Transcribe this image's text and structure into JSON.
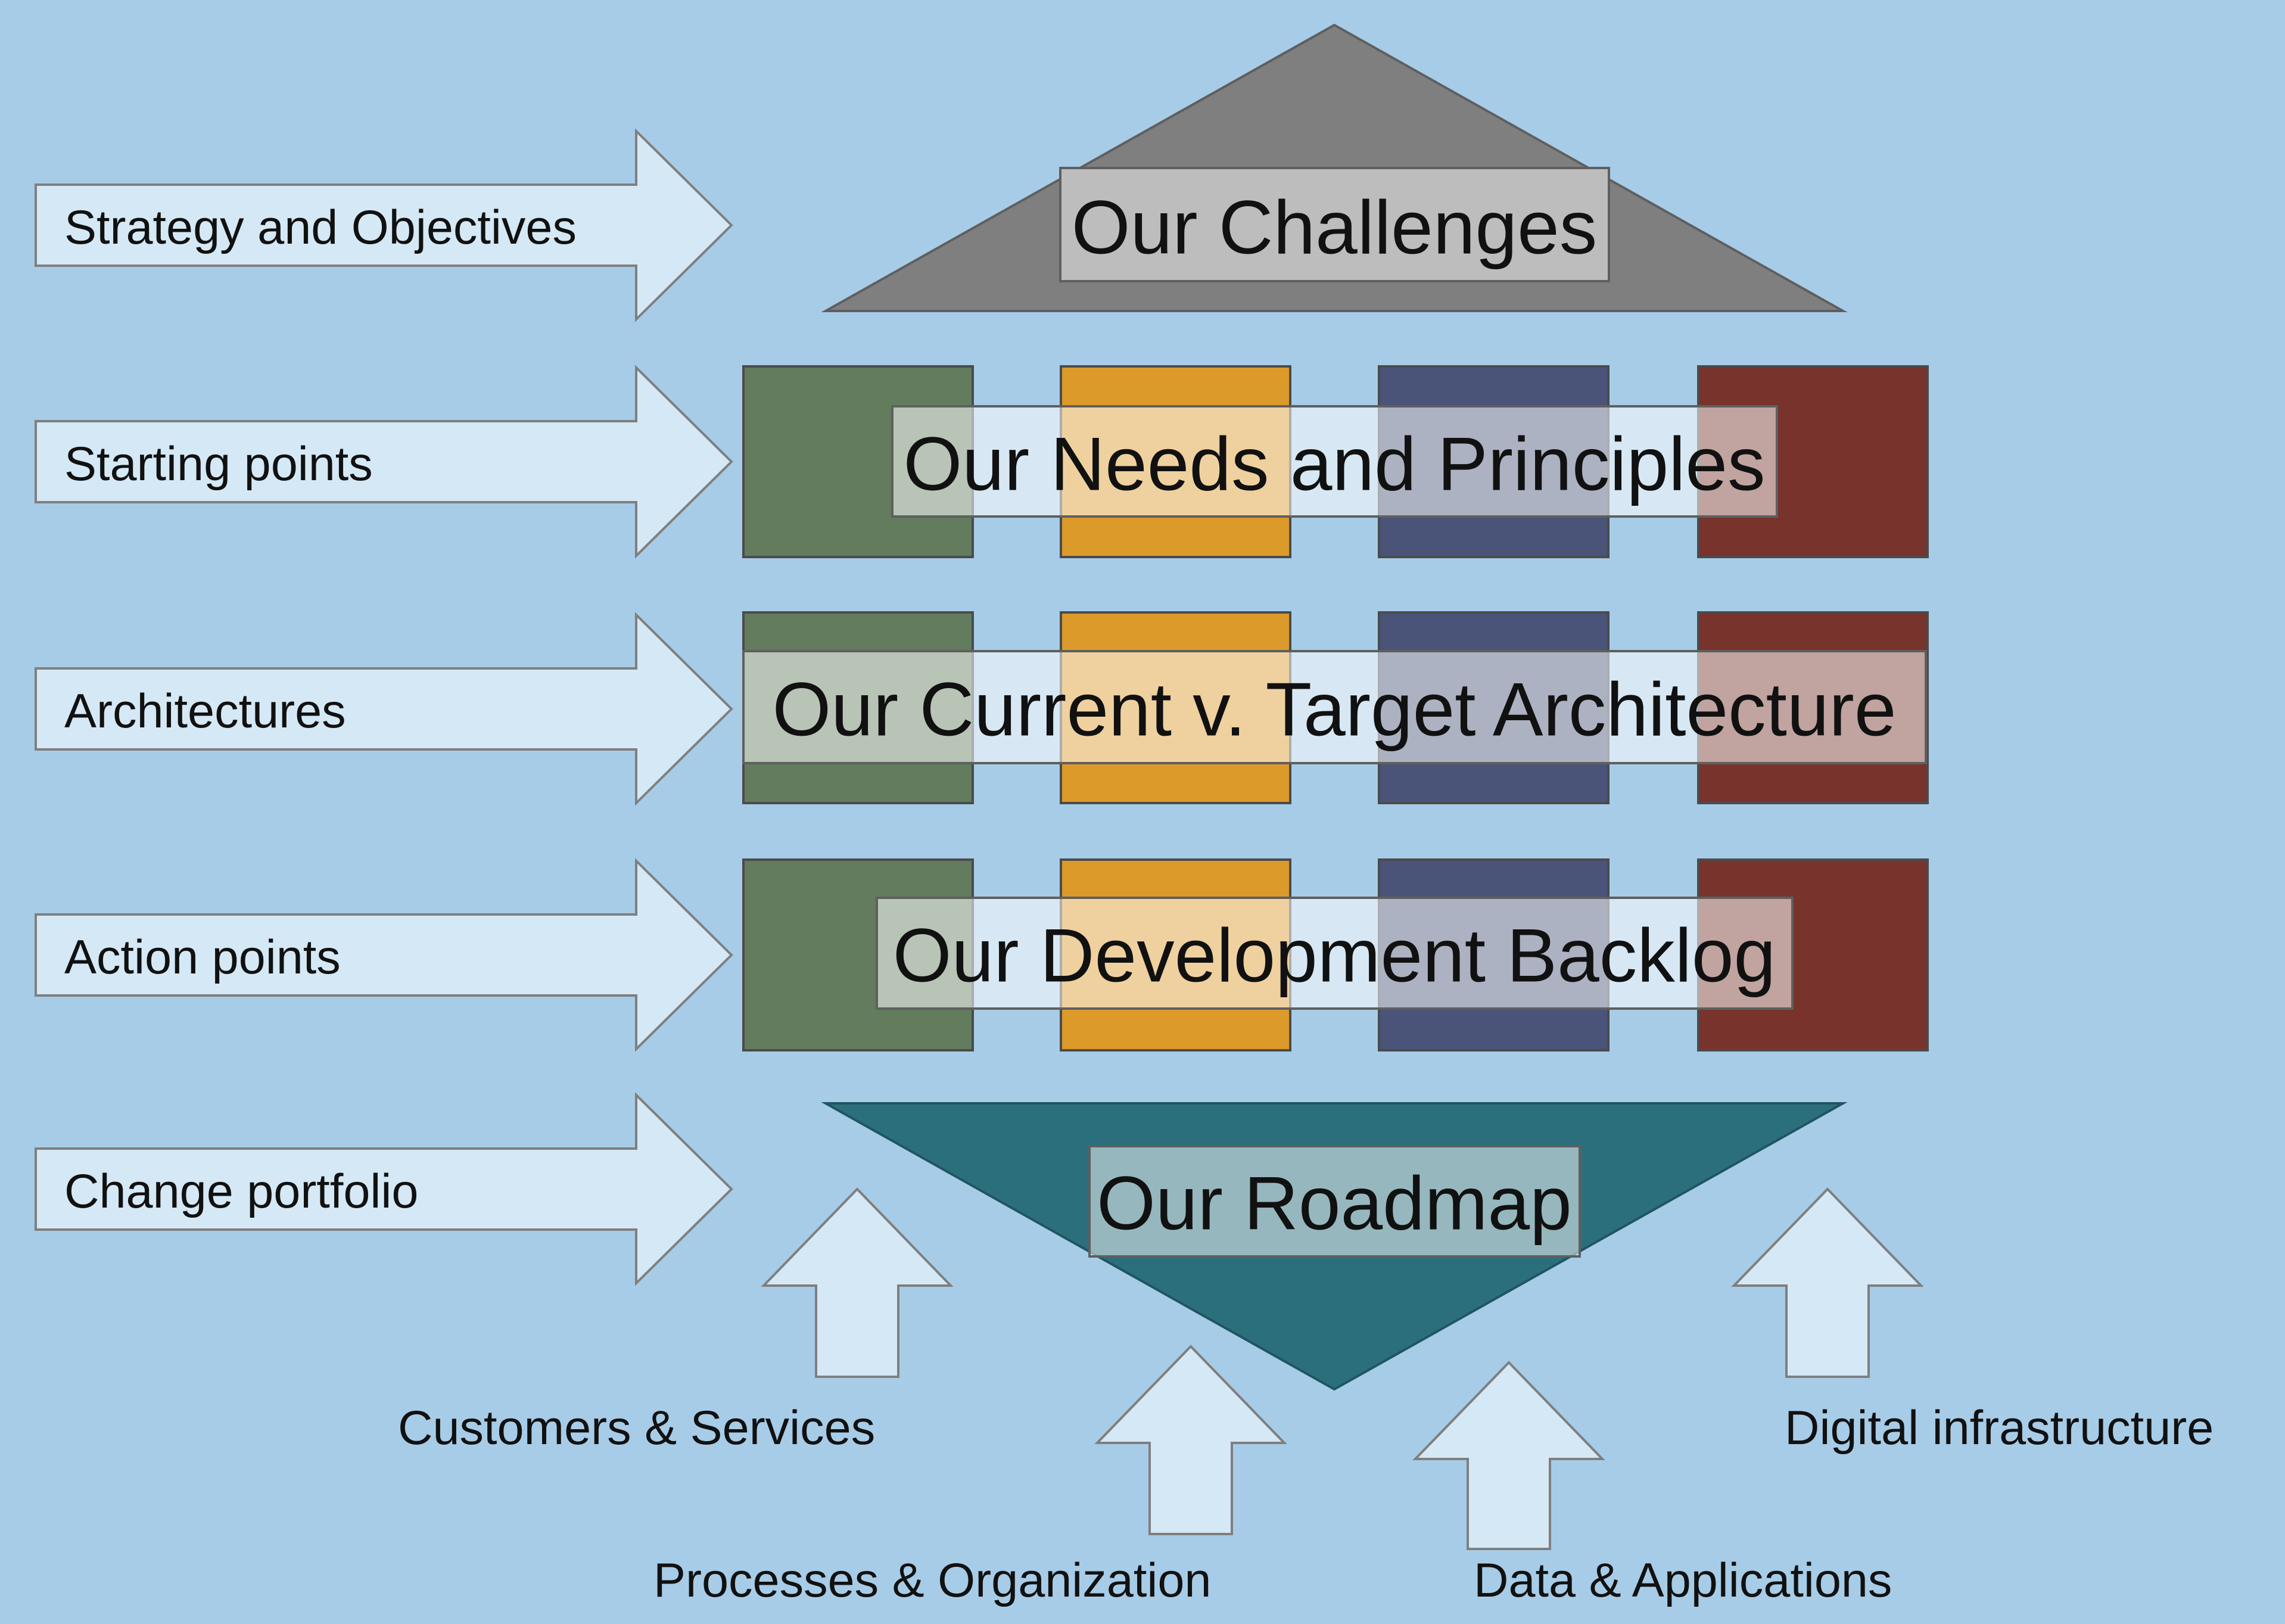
{
  "left_arrows": [
    {
      "label": "Strategy and Objectives"
    },
    {
      "label": "Starting points"
    },
    {
      "label": "Architectures"
    },
    {
      "label": "Action points"
    },
    {
      "label": "Change portfolio"
    }
  ],
  "layers": {
    "challenges": {
      "title": "Our Challenges"
    },
    "needs_principles": {
      "title": "Our Needs and Principles"
    },
    "architecture": {
      "title": "Our Current v. Target Architecture"
    },
    "backlog": {
      "title": "Our Development Backlog"
    },
    "roadmap": {
      "title": "Our Roadmap"
    }
  },
  "bottom_arrows": [
    {
      "label": "Customers & Services"
    },
    {
      "label": "Processes & Organization"
    },
    {
      "label": "Data & Applications"
    },
    {
      "label": "Digital infrastructure"
    }
  ],
  "colors": {
    "background": "#a7cce7",
    "arrow_fill": "#d5e8f5",
    "roof": "#7f7f7f",
    "roadmap": "#2c6f7c",
    "pillar_1": "#627c5d",
    "pillar_2": "#dc9a2b",
    "pillar_3": "#4a5479",
    "pillar_4": "#77332c"
  }
}
